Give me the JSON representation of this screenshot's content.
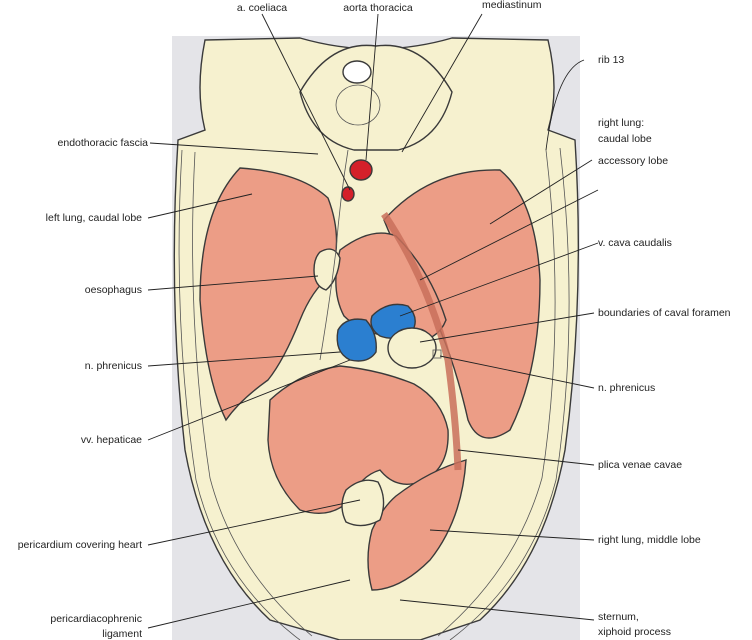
{
  "labels": {
    "coeliaca": "a. coeliaca",
    "aorta": "aorta thoracica",
    "mediastinum": "mediastinum",
    "rib13": "rib 13",
    "endothoracic": "endothoracic fascia",
    "right_lung_caudal_1": "right lung:",
    "right_lung_caudal_2": "caudal lobe",
    "accessory": "accessory lobe",
    "left_lung": "left lung, caudal lobe",
    "cava_caudalis": "v. cava caudalis",
    "oesophagus": "oesophagus",
    "caval_foramen": "boundaries of caval foramen",
    "phrenicus_left": "n. phrenicus",
    "phrenicus_right": "n. phrenicus",
    "hepaticae": "vv. hepaticae",
    "plica": "plica venae   cavae",
    "pericardium": "pericardium covering heart",
    "middle_lobe": "right lung, middle lobe",
    "pericardiaco_1": "pericardiacophrenic",
    "pericardiaco_2": "ligament",
    "sternum_1": "sternum,",
    "sternum_2": "xiphoid process"
  },
  "colors": {
    "background": "#ffffff",
    "panel": "#e4e4e8",
    "bone": "#f6f1cf",
    "lung": "#ec9d86",
    "artery": "#d4202a",
    "vein": "#2b7fd0",
    "nerve": "#f2e94e",
    "ink": "#222222"
  }
}
